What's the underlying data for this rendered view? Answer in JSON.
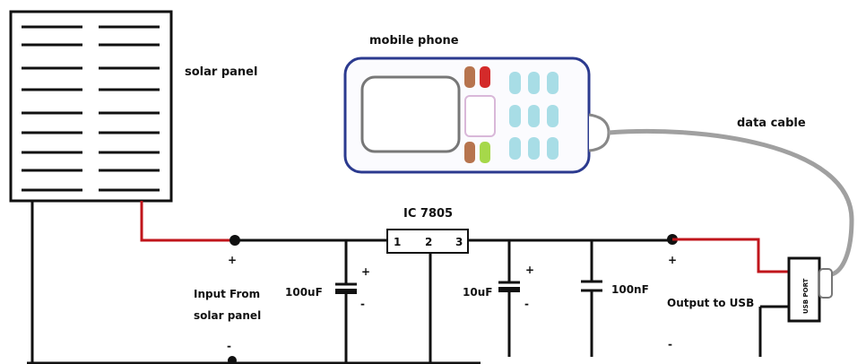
{
  "labels": {
    "solar_panel": "solar panel",
    "mobile_phone": "mobile phone",
    "data_cable": "data cable",
    "ic": "IC 7805",
    "pin1": "1",
    "pin2": "2",
    "pin3": "3",
    "cap1": "100uF",
    "cap2": "10uF",
    "cap3": "100nF",
    "input_line1": "Input From",
    "input_line2": "solar panel",
    "output": "Output to USB",
    "usb_port": "USB PORT",
    "plus": "+",
    "minus": "-"
  },
  "colors": {
    "wire": "#111111",
    "positive_wire": "#c0151b",
    "phone_border": "#2b3a8f",
    "phone_keys": "#a8dde6",
    "key_brown": "#b7744e",
    "key_red": "#d42a2a",
    "key_green": "#a6d84a",
    "cable": "#a0a0a0"
  }
}
